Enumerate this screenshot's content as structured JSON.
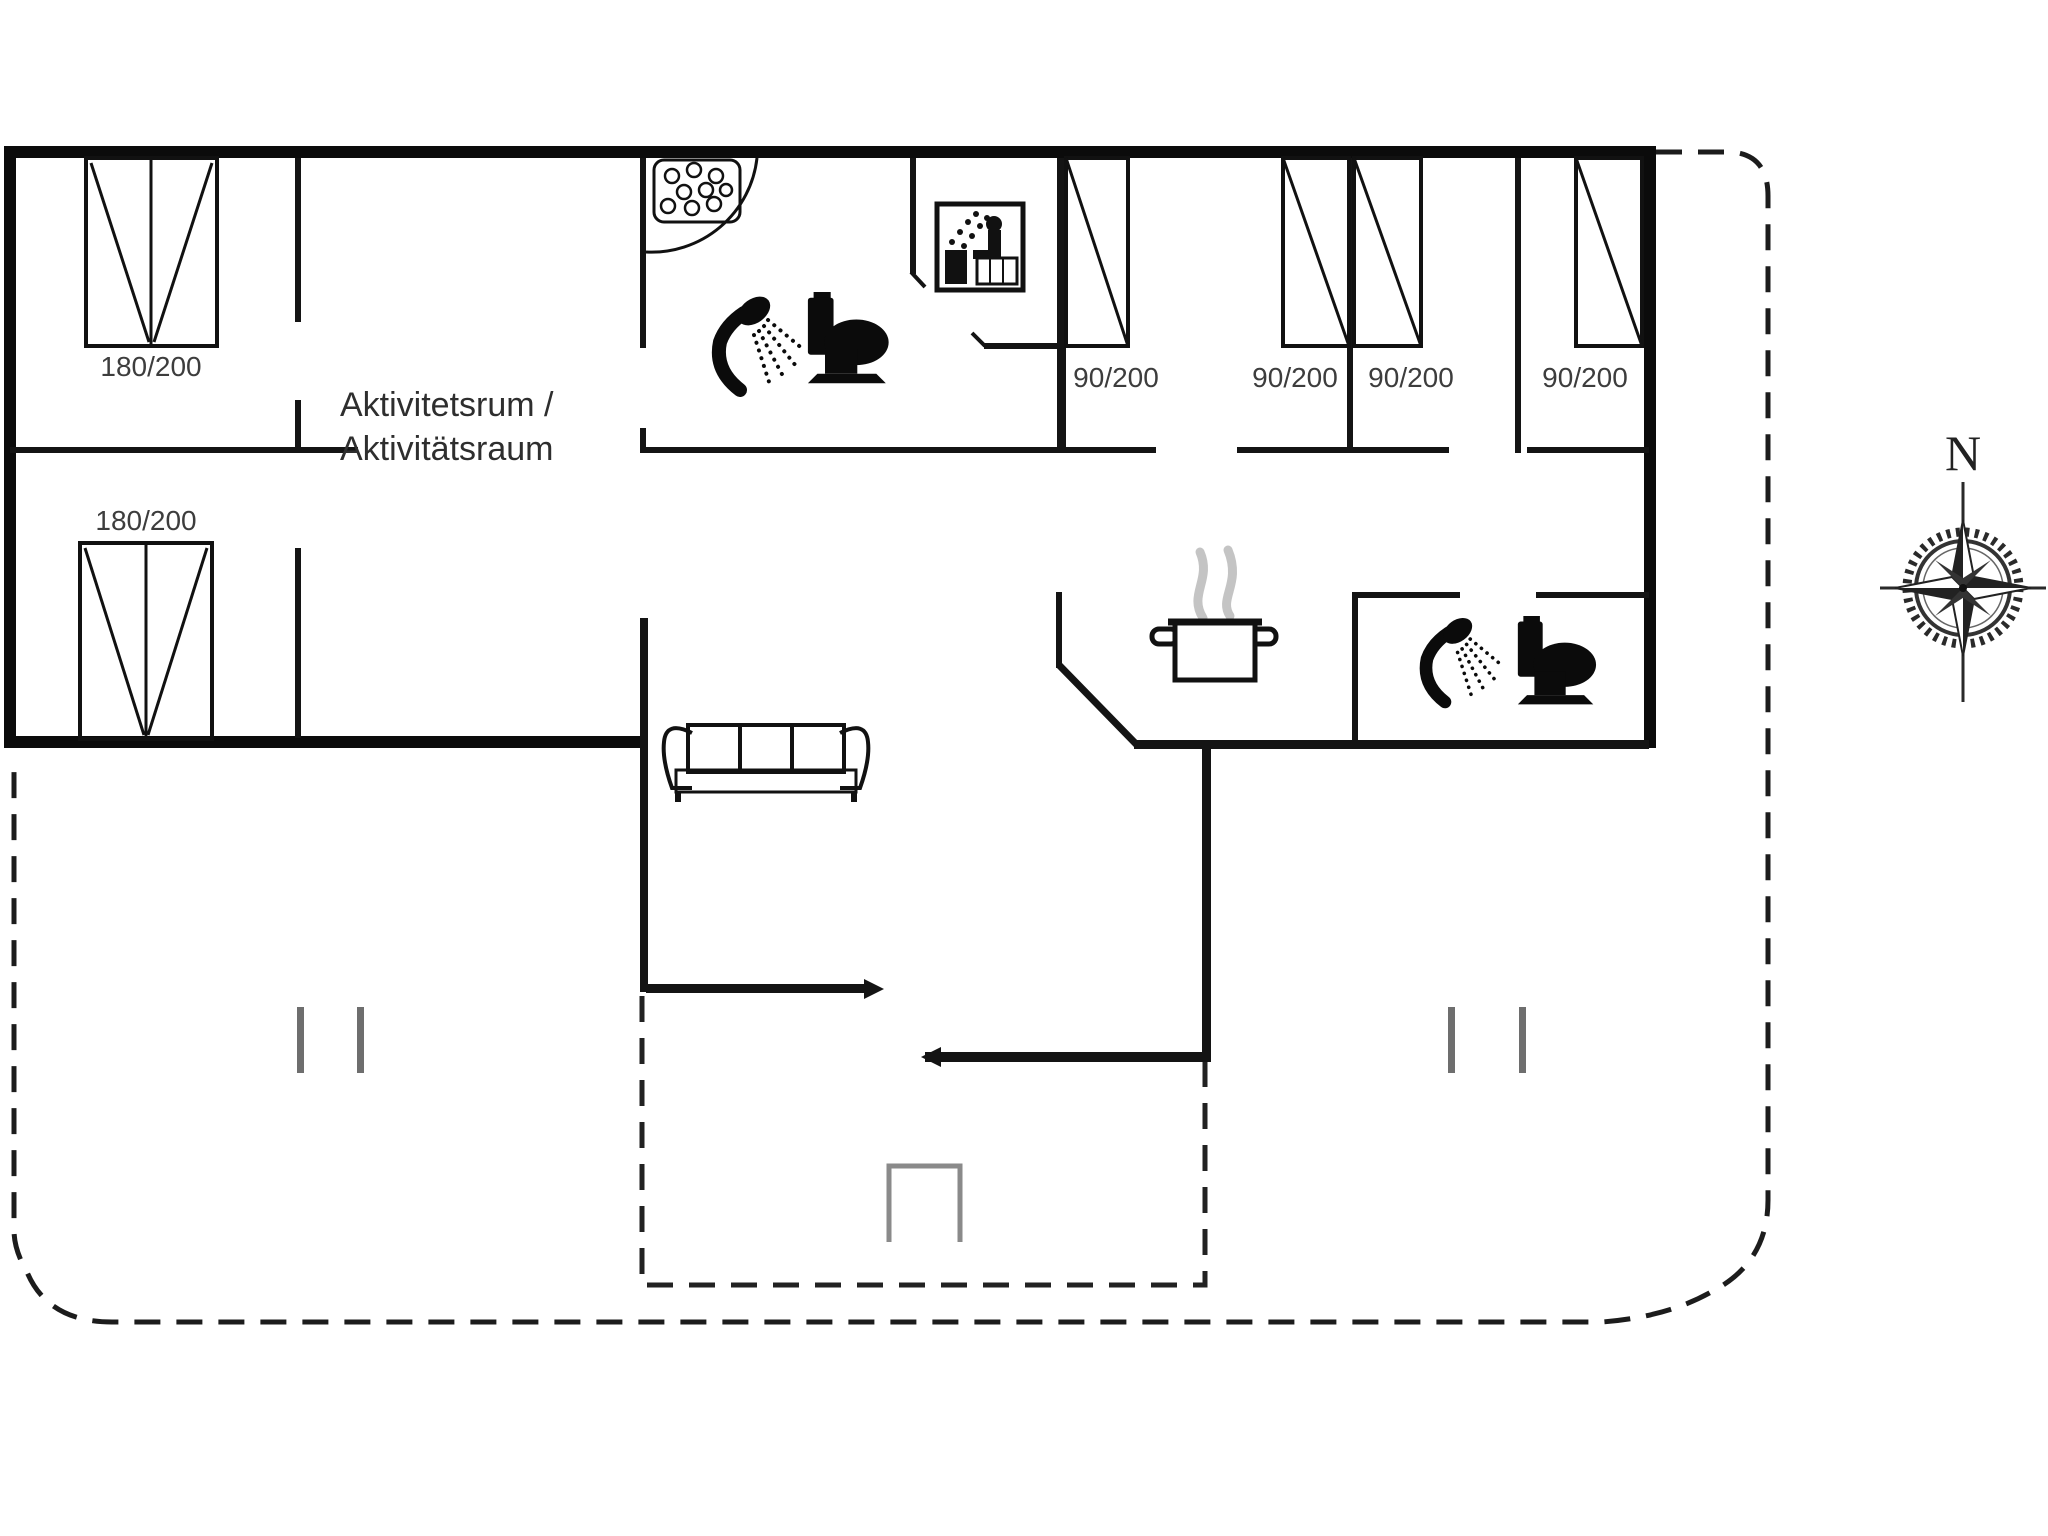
{
  "floorplan": {
    "type": "vacation-house-floor-plan",
    "rooms": {
      "activity_room": {
        "label_line1": "Aktivitetsrum /",
        "label_line2": "Aktivitätsraum"
      }
    },
    "bed_labels": [
      {
        "id": "double-bed-top-left",
        "text": "180/200"
      },
      {
        "id": "double-bed-bottom-left",
        "text": "180/200"
      },
      {
        "id": "single-bed-1",
        "text": "90/200"
      },
      {
        "id": "single-bed-2",
        "text": "90/200"
      },
      {
        "id": "single-bed-3",
        "text": "90/200"
      },
      {
        "id": "single-bed-4",
        "text": "90/200"
      }
    ],
    "compass": {
      "north": "N"
    },
    "icons": [
      {
        "name": "shower-icon",
        "meaning": "handheld shower head with spray"
      },
      {
        "name": "toilet-icon",
        "meaning": "WC toilet silhouette"
      },
      {
        "name": "sauna-icon",
        "meaning": "person in sauna with stove"
      },
      {
        "name": "shower-tray-icon",
        "meaning": "corner shower tray with pebbles"
      },
      {
        "name": "cooking-pot-icon",
        "meaning": "stove / kitchen pot with steam"
      },
      {
        "name": "sofa-icon",
        "meaning": "three seat sofa"
      },
      {
        "name": "compass-rose-icon",
        "meaning": "compass rose pointing north"
      }
    ],
    "colors": {
      "wall": "#0b0b0b",
      "interior_wall": "#141414",
      "label_text": "#3d3d3d",
      "terrace_gray": "#6e6e6e",
      "steam_gray": "#c4c4c4",
      "background": "#ffffff"
    }
  }
}
